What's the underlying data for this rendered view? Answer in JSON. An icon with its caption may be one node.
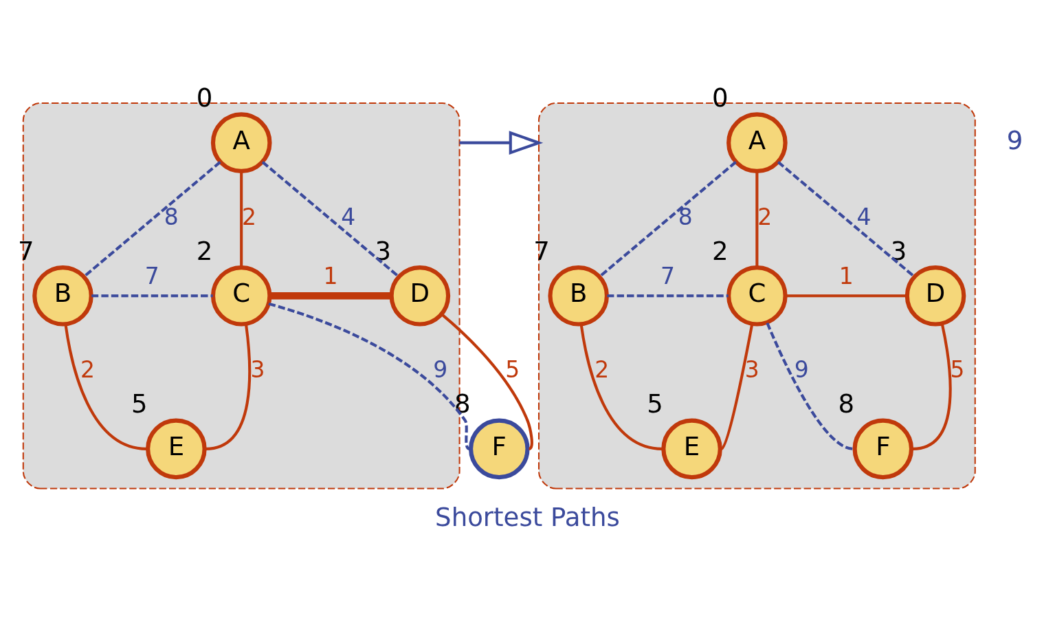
{
  "diagram": {
    "caption": "Shortest Paths",
    "nodes": [
      {
        "text": [],
        "shape": "cloud"
      },
      {
        "text": [
          "A"
        ],
        "in": 0,
        "beside": [
          "0"
        ]
      },
      {
        "text": [
          "B"
        ],
        "in": 0,
        "beside": [
          "7"
        ]
      },
      {
        "text": [
          "C"
        ],
        "in": 0,
        "beside": [
          "2"
        ]
      },
      {
        "text": [
          "D"
        ],
        "in": 0,
        "beside": [
          "3"
        ]
      },
      {
        "text": [
          "E"
        ],
        "in": 0,
        "beside": [
          "5"
        ]
      },
      {
        "text": [
          "F"
        ],
        "beside": [
          "8"
        ]
      },
      {
        "text": [],
        "shape": "cloud"
      },
      {
        "text": [
          "A"
        ],
        "in": 7,
        "beside": [
          "0"
        ]
      },
      {
        "text": [
          "B"
        ],
        "in": 7,
        "beside": [
          "7"
        ]
      },
      {
        "text": [
          "C"
        ],
        "in": 7,
        "beside": [
          "2"
        ]
      },
      {
        "text": [
          "D"
        ],
        "in": 7,
        "beside": [
          "3"
        ]
      },
      {
        "text": [
          "E"
        ],
        "in": 7,
        "beside": [
          "5"
        ]
      },
      {
        "text": [
          "F"
        ],
        "in": 7,
        "beside": [
          "8"
        ]
      }
    ],
    "edges": [
      {
        "from": 1,
        "to": 2,
        "arrow": "none",
        "label": "8",
        "style": "dashed",
        "color": "#3b4a9c"
      },
      {
        "from": 1,
        "to": 4,
        "arrow": "none",
        "label": "4",
        "style": "dashed",
        "color": "#3b4a9c"
      },
      {
        "from": 1,
        "to": 3,
        "arrow": "none",
        "label": "2"
      },
      {
        "from": 2,
        "to": 3,
        "arrow": "none",
        "label": "7",
        "style": "dashed",
        "color": "#3b4a9c"
      },
      {
        "from": 3,
        "to": 4,
        "arrow": "none",
        "label": "1",
        "style": "thick"
      },
      {
        "from": 2,
        "to": 5,
        "arrow": "none",
        "label": "2"
      },
      {
        "from": 3,
        "to": 5,
        "arrow": "none",
        "label": "3"
      },
      {
        "from": 3,
        "to": 6,
        "arrow": "none",
        "label": "9",
        "style": "dashed",
        "color": "#3b4a9c"
      },
      {
        "from": 4,
        "to": 6,
        "arrow": "none",
        "label": "5"
      },
      {
        "from": 0,
        "to": 7,
        "arrow": "to",
        "color": "#3b4a9c"
      },
      {
        "from": 8,
        "to": 9,
        "arrow": "none",
        "label": "8",
        "style": "dashed",
        "color": "#3b4a9c"
      },
      {
        "from": 8,
        "to": 11,
        "arrow": "none",
        "label": "4",
        "style": "dashed",
        "color": "#3b4a9c"
      },
      {
        "from": 8,
        "to": 10,
        "arrow": "none",
        "label": "2"
      },
      {
        "from": 9,
        "to": 10,
        "arrow": "none",
        "label": "7",
        "style": "dashed",
        "color": "#3b4a9c"
      },
      {
        "from": 10,
        "to": 11,
        "arrow": "none",
        "label": "1"
      },
      {
        "from": 9,
        "to": 12,
        "arrow": "none",
        "label": "2"
      },
      {
        "from": 10,
        "to": 12,
        "arrow": "none",
        "label": "3"
      },
      {
        "from": 10,
        "to": 13,
        "arrow": "none",
        "label": "9",
        "style": "dashed",
        "color": "#3b4a9c"
      },
      {
        "from": 11,
        "to": 13,
        "arrow": "none",
        "label": "5"
      }
    ],
    "labels": [
      "9"
    ]
  }
}
